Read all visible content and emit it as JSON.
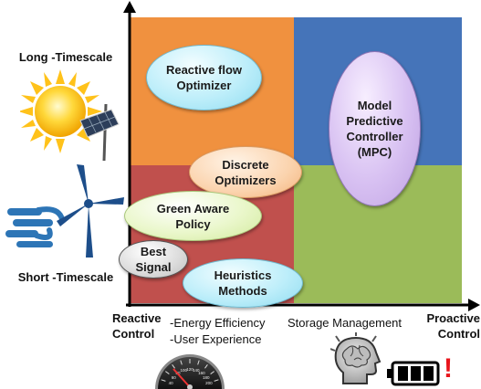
{
  "left_labels": {
    "long_timescale": "Long -Timescale",
    "short_timescale": "Short -Timescale"
  },
  "methods": {
    "reactive_flow": "Reactive flow Optimizer",
    "mpc": "Model Predictive Controller (MPC)",
    "discrete": "Discrete Optimizers",
    "green_aware": "Green Aware Policy",
    "best_signal": "Best Signal",
    "heuristics": "Heuristics Methods"
  },
  "x_axis": {
    "left_end": "Reactive Control",
    "right_end": "Proactive Control",
    "energy_efficiency": "-Energy Efficiency",
    "user_experience": "-User Experience",
    "storage_management": "Storage Management"
  },
  "gauge_ticks": [
    "40",
    "60",
    "80",
    "100",
    "120",
    "140",
    "160",
    "180",
    "200"
  ],
  "warning_mark": "!",
  "colors": {
    "orange_quadrant": "#f0913f",
    "blue_quadrant": "#4574b9",
    "red_quadrant": "#c0504d",
    "green_quadrant": "#9bbb59"
  }
}
